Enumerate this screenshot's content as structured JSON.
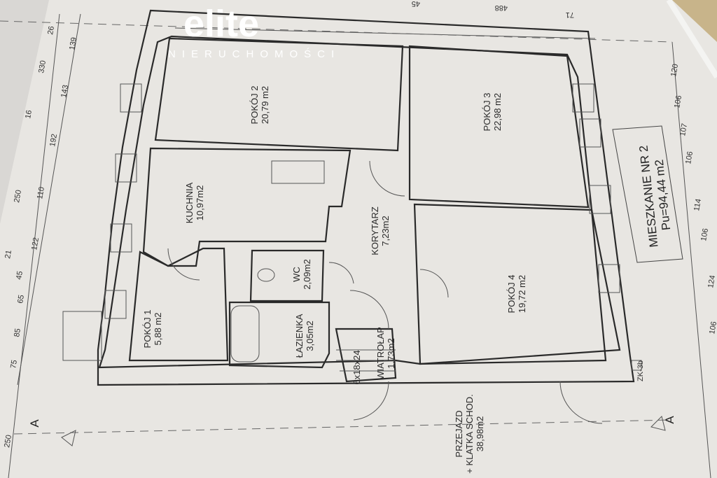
{
  "watermark": {
    "brand": "elite",
    "subtitle": "NIERUCHOMOŚCI"
  },
  "rooms": [
    {
      "name": "POKÓJ 2",
      "area": "20,79 m2"
    },
    {
      "name": "POKÓJ 3",
      "area": "22,98 m2"
    },
    {
      "name": "KUCHNIA",
      "area": "10,97m2"
    },
    {
      "name": "KORYTARZ",
      "area": "7,23m2"
    },
    {
      "name": "POKÓJ 4",
      "area": "19,72 m2"
    },
    {
      "name": "POKÓJ 1",
      "area": "5,88 m2"
    },
    {
      "name": "ŁAZIENKA",
      "area": "3,05m2"
    },
    {
      "name": "WC",
      "area": "2,09m2"
    },
    {
      "name": "WIATROŁAP",
      "area": "1,73m2"
    }
  ],
  "stairs_label": "6x18x24",
  "passage": {
    "line1": "PRZEJAZD",
    "line2": "+ KLATKA SCHOD.",
    "area": "38,98m2"
  },
  "apartment": {
    "title": "MIESZKANIE NR 2",
    "area": "Pu=94,44 m2"
  },
  "chimney_label": "ZK-3b",
  "section_marker": "A",
  "dimensions": {
    "left_outer": [
      "26",
      "330",
      "16",
      "250",
      "21",
      "45",
      "65",
      "85",
      "75",
      "250"
    ],
    "left_inner": [
      "139",
      "143",
      "192",
      "110",
      "122"
    ],
    "right": [
      "120",
      "106",
      "107",
      "106",
      "114",
      "106",
      "124",
      "106"
    ],
    "top": [
      "45",
      "488",
      "71"
    ]
  }
}
